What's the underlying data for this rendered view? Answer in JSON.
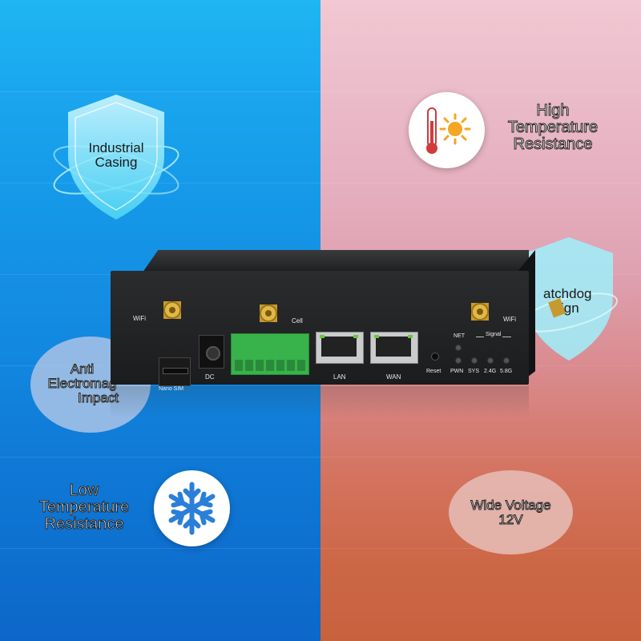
{
  "features": {
    "industrial_casing": {
      "line1": "Industrial",
      "line2": "Casing"
    },
    "high_temp": {
      "line1": "High",
      "line2": "Temperature",
      "line3": "Resistance"
    },
    "watchdog": {
      "line1": "atchdog",
      "line2": "ign"
    },
    "anti_em": {
      "line1": "Anti",
      "line2": "Electromag",
      "line3": "Impact"
    },
    "low_temp": {
      "line1": "Low",
      "line2": "Temperature",
      "line3": "Resistance"
    },
    "wide_voltage": {
      "line1": "Wide Voltage",
      "line2": "12V"
    }
  },
  "router": {
    "wifi_left": "WiFi",
    "cell": "Cell",
    "wifi_right": "WiFi",
    "nano_sim": "Nano SIM",
    "dc": "DC",
    "lan": "LAN",
    "wan": "WAN",
    "reset": "Reset",
    "net": "NET",
    "signal": "Signal",
    "pwn": "PWN",
    "sys": "SYS",
    "band_24": "2.4G",
    "band_58": "5.8G"
  },
  "colors": {
    "left_bg": "#1aa6ee",
    "right_bg": "#e6b0c0",
    "router_body": "#232426",
    "terminal_green": "#38b24a",
    "snowflake_blue": "#2a7fd9",
    "thermometer_red": "#d23b3b",
    "sun_yellow": "#f5a623"
  },
  "icons": [
    "shield-icon",
    "thermometer-icon",
    "sun-icon",
    "snowflake-icon",
    "antenna-icon"
  ]
}
